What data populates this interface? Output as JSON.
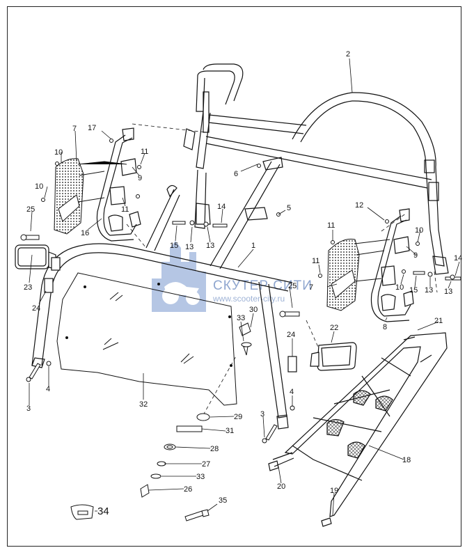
{
  "diagram": {
    "watermark": {
      "title": "СКУТЕР СИТИ",
      "url": "www.scooter-city.ru"
    },
    "callouts": [
      {
        "id": "c1",
        "label": "1"
      },
      {
        "id": "c2",
        "label": "2"
      },
      {
        "id": "c3a",
        "label": "3"
      },
      {
        "id": "c3b",
        "label": "3"
      },
      {
        "id": "c4a",
        "label": "4"
      },
      {
        "id": "c4b",
        "label": "4"
      },
      {
        "id": "c5",
        "label": "5"
      },
      {
        "id": "c6",
        "label": "6"
      },
      {
        "id": "c7a",
        "label": "7"
      },
      {
        "id": "c7b",
        "label": "7"
      },
      {
        "id": "c8",
        "label": "8"
      },
      {
        "id": "c9a",
        "label": "9"
      },
      {
        "id": "c9b",
        "label": "9"
      },
      {
        "id": "c10a",
        "label": "10"
      },
      {
        "id": "c10b",
        "label": "10"
      },
      {
        "id": "c10c",
        "label": "10"
      },
      {
        "id": "c10d",
        "label": "10"
      },
      {
        "id": "c11a",
        "label": "11"
      },
      {
        "id": "c11b",
        "label": "11"
      },
      {
        "id": "c11c",
        "label": "11"
      },
      {
        "id": "c11d",
        "label": "11"
      },
      {
        "id": "c12",
        "label": "12"
      },
      {
        "id": "c13a",
        "label": "13"
      },
      {
        "id": "c13b",
        "label": "13"
      },
      {
        "id": "c13c",
        "label": "13"
      },
      {
        "id": "c13d",
        "label": "13"
      },
      {
        "id": "c14a",
        "label": "14"
      },
      {
        "id": "c14b",
        "label": "14"
      },
      {
        "id": "c15a",
        "label": "15"
      },
      {
        "id": "c15b",
        "label": "15"
      },
      {
        "id": "c16",
        "label": "16"
      },
      {
        "id": "c17",
        "label": "17"
      },
      {
        "id": "c18",
        "label": "18"
      },
      {
        "id": "c19",
        "label": "19"
      },
      {
        "id": "c20",
        "label": "20"
      },
      {
        "id": "c21",
        "label": "21"
      },
      {
        "id": "c22",
        "label": "22"
      },
      {
        "id": "c23",
        "label": "23"
      },
      {
        "id": "c24a",
        "label": "24"
      },
      {
        "id": "c24b",
        "label": "24"
      },
      {
        "id": "c25a",
        "label": "25"
      },
      {
        "id": "c25b",
        "label": "25"
      },
      {
        "id": "c26",
        "label": "26"
      },
      {
        "id": "c27",
        "label": "27"
      },
      {
        "id": "c28",
        "label": "28"
      },
      {
        "id": "c29",
        "label": "29"
      },
      {
        "id": "c30",
        "label": "30"
      },
      {
        "id": "c31",
        "label": "31"
      },
      {
        "id": "c32",
        "label": "32"
      },
      {
        "id": "c33a",
        "label": "33"
      },
      {
        "id": "c33b",
        "label": "33"
      },
      {
        "id": "c34",
        "label": "34"
      },
      {
        "id": "c35",
        "label": "35"
      }
    ]
  }
}
